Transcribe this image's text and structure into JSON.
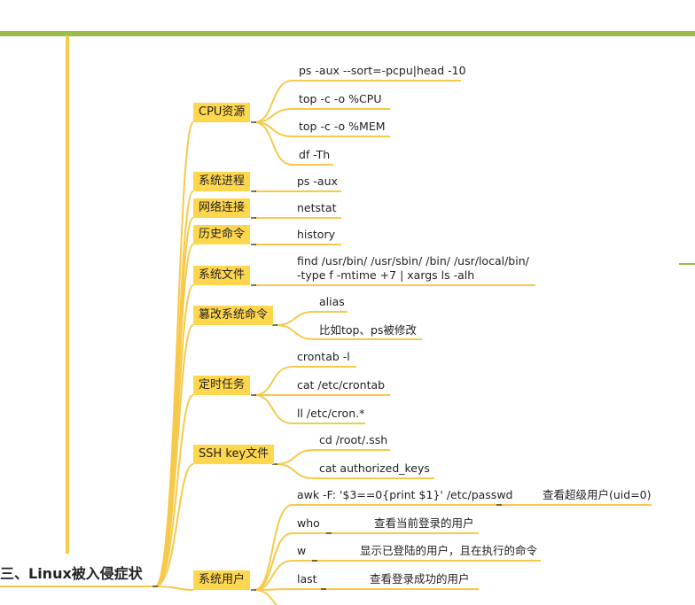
{
  "root": {
    "title": "三、Linux被入侵症状"
  },
  "categories": [
    {
      "label": "CPU资源",
      "items": [
        "ps -aux --sort=-pcpu|head -10",
        "top -c -o %CPU",
        "top -c -o %MEM",
        "df -Th"
      ]
    },
    {
      "label": "系统进程",
      "items": [
        "ps -aux"
      ]
    },
    {
      "label": "网络连接",
      "items": [
        "netstat"
      ]
    },
    {
      "label": "历史命令",
      "items": [
        "history"
      ]
    },
    {
      "label": "系统文件",
      "items": [
        "find /usr/bin/ /usr/sbin/ /bin/ /usr/local/bin/ -type f -mtime +7 | xargs ls -alh"
      ]
    },
    {
      "label": "篡改系统命令",
      "items": [
        "alias",
        "比如top、ps被修改"
      ]
    },
    {
      "label": "定时任务",
      "items": [
        "crontab -l",
        "cat /etc/crontab",
        "ll /etc/cron.*"
      ]
    },
    {
      "label": "SSH key文件",
      "items": [
        "cd /root/.ssh",
        "cat authorized_keys"
      ]
    },
    {
      "label": "系统用户",
      "items": [
        {
          "cmd": "awk -F: '$3==0{print $1}' /etc/passwd",
          "desc": "查看超级用户(uid=0)"
        },
        {
          "cmd": "who",
          "desc": "查看当前登录的用户"
        },
        {
          "cmd": "w",
          "desc": "显示已登陆的用户，且在执行的命令"
        },
        {
          "cmd": "last",
          "desc": "查看登录成功的用户"
        }
      ]
    }
  ]
}
